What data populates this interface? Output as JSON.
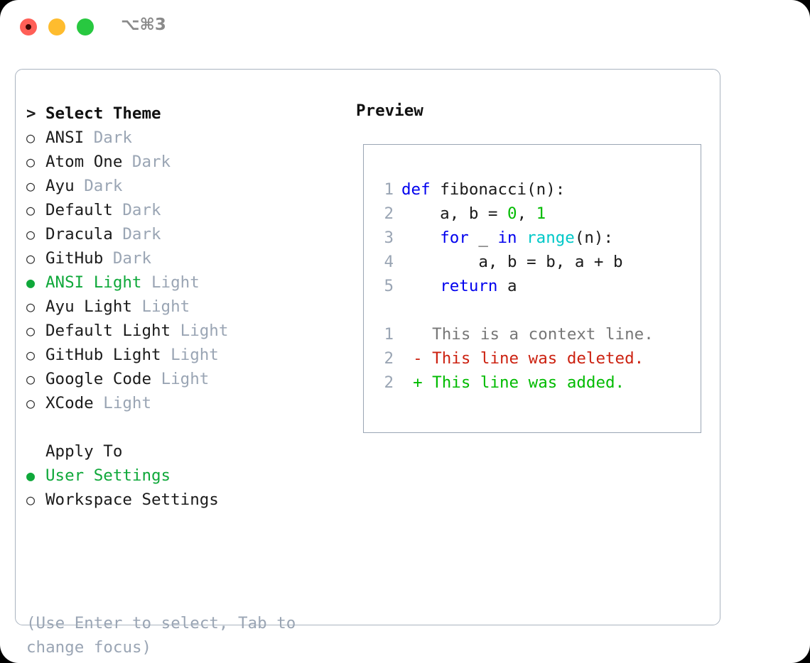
{
  "window": {
    "title": "⌥⌘3",
    "traffic_lights": [
      "close",
      "minimize",
      "maximize"
    ]
  },
  "theme_selector": {
    "heading": "Select Theme",
    "heading_marker": ">",
    "marker_unselected": "○",
    "marker_selected": "●",
    "items": [
      {
        "name": "ANSI",
        "suffix": "Dark",
        "selected": false
      },
      {
        "name": "Atom One",
        "suffix": "Dark",
        "selected": false
      },
      {
        "name": "Ayu",
        "suffix": "Dark",
        "selected": false
      },
      {
        "name": "Default",
        "suffix": "Dark",
        "selected": false
      },
      {
        "name": "Dracula",
        "suffix": "Dark",
        "selected": false
      },
      {
        "name": "GitHub",
        "suffix": "Dark",
        "selected": false
      },
      {
        "name": "ANSI Light",
        "suffix": "Light",
        "selected": true
      },
      {
        "name": "Ayu Light",
        "suffix": "Light",
        "selected": false
      },
      {
        "name": "Default Light",
        "suffix": "Light",
        "selected": false
      },
      {
        "name": "GitHub Light",
        "suffix": "Light",
        "selected": false
      },
      {
        "name": "Google Code",
        "suffix": "Light",
        "selected": false
      },
      {
        "name": "XCode",
        "suffix": "Light",
        "selected": false
      }
    ]
  },
  "apply_to": {
    "heading": "Apply To",
    "items": [
      {
        "name": "User Settings",
        "selected": true
      },
      {
        "name": "Workspace Settings",
        "selected": false
      }
    ]
  },
  "hint": "(Use Enter to select, Tab to change focus)",
  "preview": {
    "title": "Preview",
    "code_lines": [
      {
        "num": "1",
        "tokens": [
          {
            "text": "def ",
            "kind": "kw"
          },
          {
            "text": "fibonacci(n):",
            "kind": "txt"
          }
        ]
      },
      {
        "num": "2",
        "tokens": [
          {
            "text": "    a, b = ",
            "kind": "txt"
          },
          {
            "text": "0",
            "kind": "num"
          },
          {
            "text": ", ",
            "kind": "txt"
          },
          {
            "text": "1",
            "kind": "num"
          }
        ]
      },
      {
        "num": "3",
        "tokens": [
          {
            "text": "    ",
            "kind": "txt"
          },
          {
            "text": "for",
            "kind": "kw"
          },
          {
            "text": " _ ",
            "kind": "txt"
          },
          {
            "text": "in",
            "kind": "kw"
          },
          {
            "text": " ",
            "kind": "txt"
          },
          {
            "text": "range",
            "kind": "fn"
          },
          {
            "text": "(n):",
            "kind": "txt"
          }
        ]
      },
      {
        "num": "4",
        "tokens": [
          {
            "text": "        a, b = b, a + b",
            "kind": "txt"
          }
        ]
      },
      {
        "num": "5",
        "tokens": [
          {
            "text": "    ",
            "kind": "txt"
          },
          {
            "text": "return",
            "kind": "kw"
          },
          {
            "text": " a",
            "kind": "txt"
          }
        ]
      }
    ],
    "diff_lines": [
      {
        "num": "1",
        "sign": " ",
        "text": "This is a context line.",
        "kind": "ctx"
      },
      {
        "num": "2",
        "sign": "-",
        "text": "This line was deleted.",
        "kind": "del"
      },
      {
        "num": "2",
        "sign": "+",
        "text": "This line was added.",
        "kind": "add"
      }
    ]
  },
  "colors": {
    "accent_green": "#0fa83a",
    "muted": "#9aa5b4",
    "keyword_blue": "#0000ee",
    "function_cyan": "#00c8c8",
    "number_green": "#00bb00",
    "diff_red": "#cc2211",
    "diff_green": "#00bb00",
    "border": "#aab4c0",
    "close_red": "#ff5f57",
    "minimize_yellow": "#febc2e",
    "maximize_green": "#28c840"
  }
}
